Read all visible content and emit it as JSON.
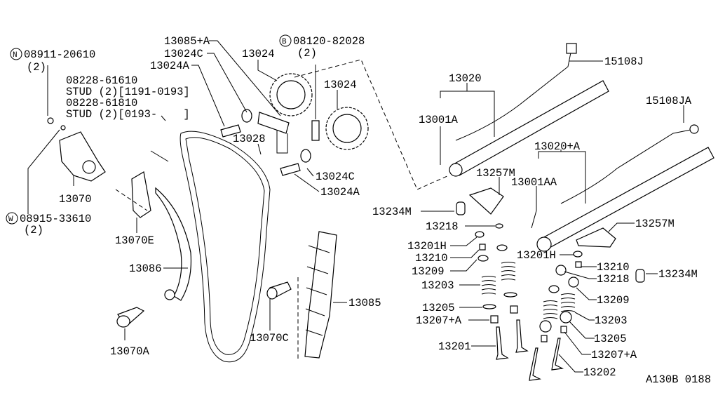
{
  "diagram_id": "A130B 0188",
  "labels": {
    "n_symbol": "N",
    "n_part": "08911-20610",
    "n_qty": "(2)",
    "stud1_part": "08228-61610",
    "stud1_desc": "STUD (2)[1191-0193]",
    "stud2_part": "08228-61810",
    "stud2_desc": "STUD (2)[0193-    ]",
    "w_symbol": "W",
    "w_part": "08915-33610",
    "w_qty": "(2)",
    "p13070": "13070",
    "p13070E": "13070E",
    "p13086": "13086",
    "p13070A": "13070A",
    "p13085A": "13085+A",
    "p13024C_top": "13024C",
    "p13024A_top": "13024A",
    "p13024_left": "13024",
    "p13024_right": "13024",
    "b_symbol": "B",
    "b_part": "08120-82028",
    "b_qty": "(2)",
    "p13028": "13028",
    "p13024C": "13024C",
    "p13024A": "13024A",
    "p13070C": "13070C",
    "p13085": "13085",
    "p13020": "13020",
    "p13001A": "13001A",
    "p15108J": "15108J",
    "p15108JA": "15108JA",
    "p13020A": "13020+A",
    "p13001AA": "13001AA",
    "p13257M_left": "13257M",
    "p13234M_left": "13234M",
    "p13218_left": "13218",
    "p13201H_left": "13201H",
    "p13210_left": "13210",
    "p13209_left": "13209",
    "p13203_left": "13203",
    "p13205_left": "13205",
    "p13207A_left": "13207+A",
    "p13201": "13201",
    "p13257M_right": "13257M",
    "p13201H_right": "13201H",
    "p13210_right": "13210",
    "p13218_right": "13218",
    "p13234M_right": "13234M",
    "p13209_right": "13209",
    "p13203_right": "13203",
    "p13205_right": "13205",
    "p13207A_right": "13207+A",
    "p13202": "13202"
  }
}
